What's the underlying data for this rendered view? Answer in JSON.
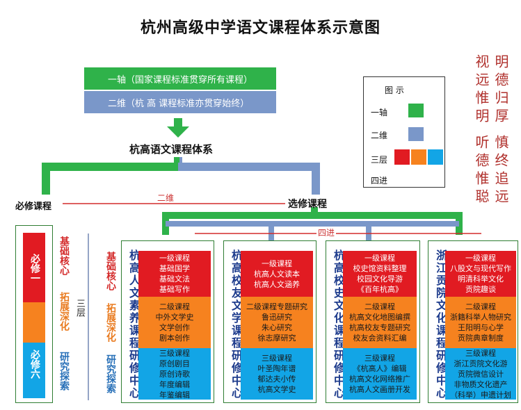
{
  "title": "杭州高级中学语文课程体系示意图",
  "bars": {
    "axis": "一轴（国家课程标准贯穿所有课程）",
    "dimension": "二维（杭 高 课程标准亦贯穿始终）"
  },
  "system_title": "杭高语文课程体系",
  "branches": {
    "required": "必修课程",
    "elective": "选修课程",
    "dimension_label": "二维",
    "advance_label": "四进"
  },
  "legend": {
    "title": "图  示",
    "axis": "一轴",
    "dimension": "二维",
    "layers": "三层",
    "advance": "四进",
    "colors": {
      "green": "#2fb24a",
      "slate": "#7a97c9",
      "red": "#e11b22",
      "orange": "#f6821f",
      "blue": "#12a5e6"
    }
  },
  "motto": {
    "right": "明德归厚",
    "left": "视远惟明",
    "right2": "慎终追远",
    "left2": "听德惟聪"
  },
  "required_column": {
    "top": "必修一",
    "bottom": "必修六",
    "labels": [
      "基础核心",
      "拓展深化",
      "研究探索"
    ],
    "three_layers": "三层"
  },
  "elective_labels": [
    "基础核心",
    "拓展深化",
    "研究探索"
  ],
  "centers": [
    {
      "name": "杭高人文素养课程研修中心",
      "level1": [
        "一级课程",
        "基础国学",
        "基础文法",
        "基础写作"
      ],
      "level2": [
        "二级课程",
        "中外文学史",
        "文学创作",
        "剧本创作"
      ],
      "level3": [
        "三级课程",
        "原创剧目",
        "原创诗歌",
        "年度编辑",
        "年鉴编辑"
      ]
    },
    {
      "name": "杭高校友文学课程研修中心",
      "level1": [
        "一级课程",
        "杭高人文读本",
        "杭高人文涵养"
      ],
      "level2": [
        "二级课程专题研究",
        "鲁迅研究",
        "朱心研究",
        "徐志摩研究"
      ],
      "level3": [
        "三级课程",
        "叶圣陶年谱",
        "郁达夫小传",
        "杭高文学史"
      ]
    },
    {
      "name": "杭高校史文化课程研修中心",
      "level1": [
        "一级课程",
        "校史馆资料整理",
        "校园文化导游",
        "《百年杭高》"
      ],
      "level2": [
        "二级课程",
        "杭高文化地图编撰",
        "杭高校友专题研究",
        "校友会资料汇编"
      ],
      "level3": [
        "三级课程",
        "《杭高人》编辑",
        "杭高文化网络推广",
        "杭高人文画册开发"
      ]
    },
    {
      "name": "浙江贡院文化课程研修中心",
      "level1": [
        "一级课程",
        "八股文与现代写作",
        "明清科举文化",
        "贡院趣谈"
      ],
      "level2": [
        "二级课程",
        "浙籍科举人物研究",
        "王阳明与心学",
        "贡院典章制度"
      ],
      "level3": [
        "三级课程",
        "浙江贡院文化游",
        "贡院微信设计",
        "非物质文化遗产",
        "（科举）申遗计划"
      ]
    }
  ]
}
